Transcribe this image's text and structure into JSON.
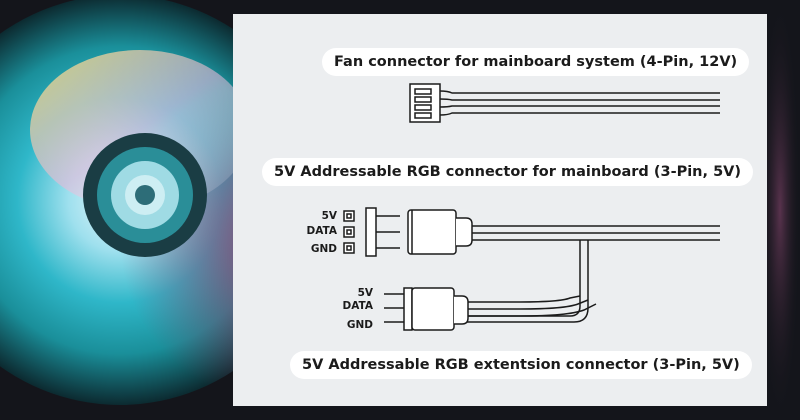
{
  "background": {
    "description_colors": [
      "#1a1c25",
      "#5a1d4a",
      "#0f7e8a",
      "#c7e9f0"
    ]
  },
  "sections": {
    "fan": {
      "title": "Fan connector for mainboard system (4-Pin, 12V)"
    },
    "argb_main": {
      "title": "5V Addressable RGB connector for mainboard (3-Pin, 5V)",
      "pins": [
        "5V",
        "DATA",
        "GND"
      ]
    },
    "argb_ext": {
      "title": "5V Addressable RGB extentsion connector (3-Pin, 5V)",
      "pins": [
        "5V",
        "DATA",
        "GND"
      ]
    }
  },
  "colors": {
    "panel": "#eceef0",
    "pill": "#ffffff",
    "line": "#1b1b1b"
  }
}
